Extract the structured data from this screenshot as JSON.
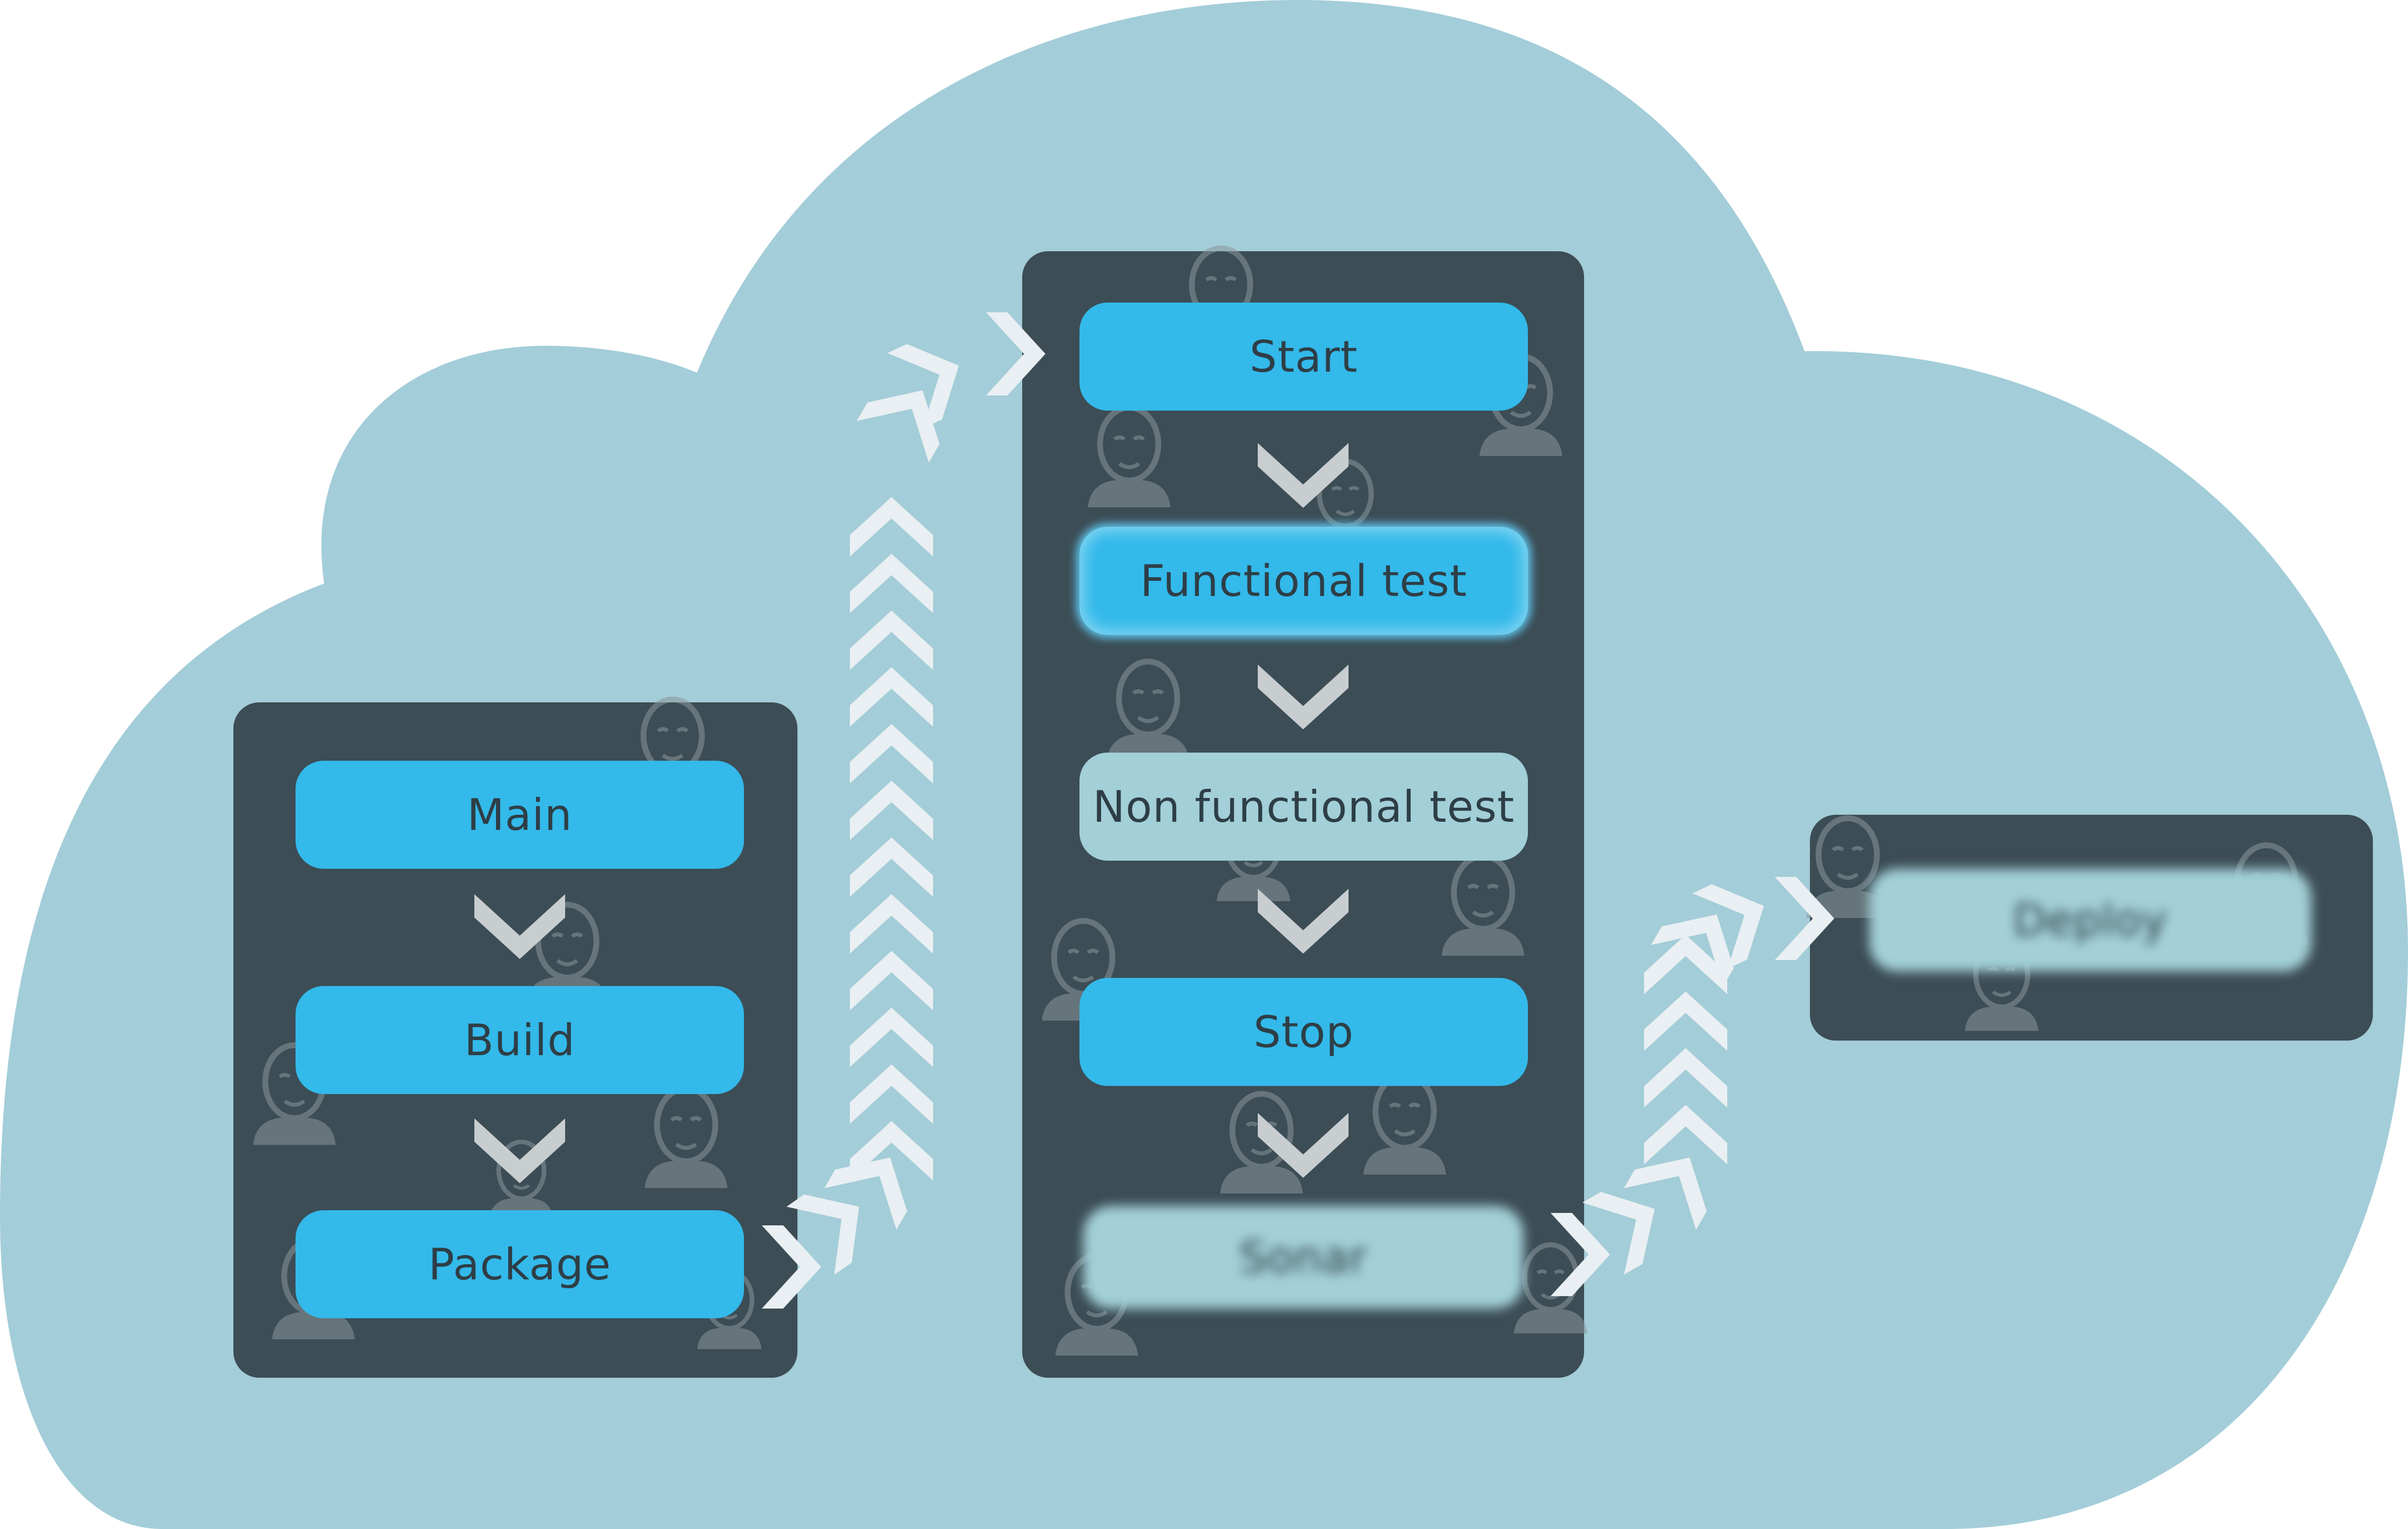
{
  "colors": {
    "cloud": "#a3cdd8",
    "panel": "#3c4d55",
    "stage_active": "#33b9ea",
    "stage_inactive": "#a2cfd8",
    "text": "#2e3e46",
    "arrow": "#e9eff2",
    "arrow_down": "#c8cdd0",
    "mascot": "#8a969b"
  },
  "pipeline": {
    "build_group": {
      "stages": [
        {
          "label": "Main",
          "state": "active"
        },
        {
          "label": "Build",
          "state": "active"
        },
        {
          "label": "Package",
          "state": "active"
        }
      ]
    },
    "test_group": {
      "stages": [
        {
          "label": "Start",
          "state": "active"
        },
        {
          "label": "Functional test",
          "state": "running"
        },
        {
          "label": "Non functional test",
          "state": "pending"
        },
        {
          "label": "Stop",
          "state": "active"
        },
        {
          "label": "Sonar",
          "state": "blurred"
        }
      ]
    },
    "deploy_group": {
      "stages": [
        {
          "label": "Deploy",
          "state": "blurred"
        }
      ]
    }
  },
  "icons": {
    "flow_arrow": "chevron-right-icon",
    "down_arrow": "chevron-down-icon",
    "mascot": "butler-mascot-icon"
  }
}
